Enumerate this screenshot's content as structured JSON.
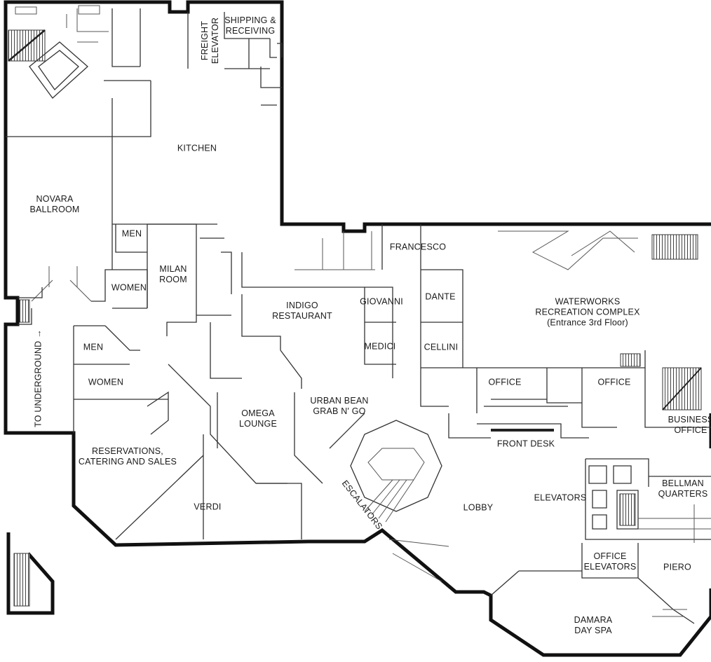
{
  "rooms": {
    "kitchen": "KITCHEN",
    "freight_elevator": "FREIGHT\nELEVATOR",
    "shipping_receiving": "SHIPPING &\nRECEIVING",
    "novara_ballroom": "NOVARA\nBALLROOM",
    "men_upper": "MEN",
    "women_upper": "WOMEN",
    "milan_room": "MILAN\nROOM",
    "indigo_restaurant": "INDIGO\nRESTAURANT",
    "francesco": "FRANCESCO",
    "giovanni": "GIOVANNI",
    "dante": "DANTE",
    "medici": "MEDICI",
    "cellini": "CELLINI",
    "waterworks": "WATERWORKS\nRECREATION COMPLEX\n(Entrance 3rd Floor)",
    "to_underground": "TO UNDERGROUND →",
    "men_lower": "MEN",
    "women_lower": "WOMEN",
    "omega_lounge": "OMEGA\nLOUNGE",
    "urban_bean": "URBAN BEAN\nGRAB N' GO",
    "office_1": "OFFICE",
    "office_2": "OFFICE",
    "business_office": "BUSINESS\nOFFICE",
    "front_desk": "FRONT DESK",
    "reservations": "RESERVATIONS,\nCATERING AND SALES",
    "escalators": "ESCALATORS",
    "lobby": "LOBBY",
    "elevators": "ELEVATORS",
    "bellman_quarters": "BELLMAN\nQUARTERS",
    "verdi": "VERDI",
    "office_elevators": "OFFICE\nELEVATORS",
    "piero": "PIERO",
    "damara_day_spa": "DAMARA\nDAY SPA"
  }
}
